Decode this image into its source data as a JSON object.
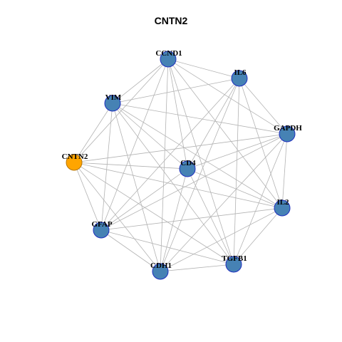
{
  "title": "CNTN2",
  "colors": {
    "node_fill": "#4682B4",
    "node_stroke": "#1f2fbf",
    "highlight_fill": "#FFA500",
    "highlight_stroke": "#b87400",
    "edge": "#b3b3b3"
  },
  "nodes": [
    {
      "id": "CCND1",
      "label": "CCND1",
      "highlight": false
    },
    {
      "id": "IL6",
      "label": "IL6",
      "highlight": false
    },
    {
      "id": "VIM",
      "label": "VIM",
      "highlight": false
    },
    {
      "id": "GAPDH",
      "label": "GAPDH",
      "highlight": false
    },
    {
      "id": "CNTN2",
      "label": "CNTN2",
      "highlight": true
    },
    {
      "id": "CD4",
      "label": "CD4",
      "highlight": false
    },
    {
      "id": "IL2",
      "label": "IL2",
      "highlight": false
    },
    {
      "id": "GFAP",
      "label": "GFAP",
      "highlight": false
    },
    {
      "id": "TGFB1",
      "label": "TGFB1",
      "highlight": false
    },
    {
      "id": "CDH1",
      "label": "CDH1",
      "highlight": false
    }
  ],
  "edges": [
    [
      "CCND1",
      "IL6"
    ],
    [
      "CCND1",
      "VIM"
    ],
    [
      "CCND1",
      "GAPDH"
    ],
    [
      "CCND1",
      "CNTN2"
    ],
    [
      "CCND1",
      "CD4"
    ],
    [
      "CCND1",
      "IL2"
    ],
    [
      "CCND1",
      "GFAP"
    ],
    [
      "CCND1",
      "TGFB1"
    ],
    [
      "CCND1",
      "CDH1"
    ],
    [
      "IL6",
      "VIM"
    ],
    [
      "IL6",
      "GAPDH"
    ],
    [
      "IL6",
      "CD4"
    ],
    [
      "IL6",
      "IL2"
    ],
    [
      "IL6",
      "GFAP"
    ],
    [
      "IL6",
      "TGFB1"
    ],
    [
      "IL6",
      "CDH1"
    ],
    [
      "VIM",
      "GAPDH"
    ],
    [
      "VIM",
      "CNTN2"
    ],
    [
      "VIM",
      "CD4"
    ],
    [
      "VIM",
      "IL2"
    ],
    [
      "VIM",
      "GFAP"
    ],
    [
      "VIM",
      "TGFB1"
    ],
    [
      "VIM",
      "CDH1"
    ],
    [
      "GAPDH",
      "CNTN2"
    ],
    [
      "GAPDH",
      "CD4"
    ],
    [
      "GAPDH",
      "IL2"
    ],
    [
      "GAPDH",
      "GFAP"
    ],
    [
      "GAPDH",
      "TGFB1"
    ],
    [
      "GAPDH",
      "CDH1"
    ],
    [
      "CNTN2",
      "CD4"
    ],
    [
      "CNTN2",
      "IL2"
    ],
    [
      "CNTN2",
      "GFAP"
    ],
    [
      "CNTN2",
      "CDH1"
    ],
    [
      "CNTN2",
      "TGFB1"
    ],
    [
      "CD4",
      "IL2"
    ],
    [
      "CD4",
      "GFAP"
    ],
    [
      "CD4",
      "TGFB1"
    ],
    [
      "CD4",
      "CDH1"
    ],
    [
      "IL2",
      "GFAP"
    ],
    [
      "IL2",
      "TGFB1"
    ],
    [
      "IL2",
      "CDH1"
    ],
    [
      "GFAP",
      "TGFB1"
    ],
    [
      "GFAP",
      "CDH1"
    ],
    [
      "TGFB1",
      "CDH1"
    ]
  ]
}
